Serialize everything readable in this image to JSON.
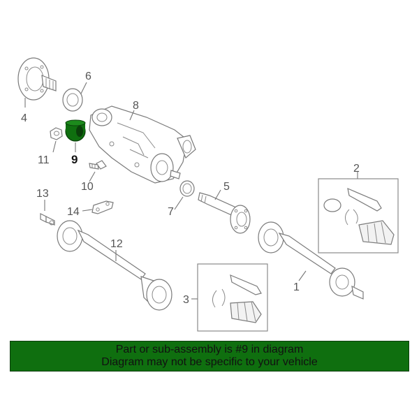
{
  "colors": {
    "banner_bg": "#0f6f0f",
    "highlight_part": "#0f6f0f",
    "line": "#7a7a7a"
  },
  "callouts": {
    "c1": "1",
    "c2": "2",
    "c3": "3",
    "c4": "4",
    "c5": "5",
    "c6": "6",
    "c7": "7",
    "c8": "8",
    "c9": "9",
    "c10": "10",
    "c11": "11",
    "c12": "12",
    "c13": "13",
    "c14": "14"
  },
  "banner": {
    "line1": "Part or sub-assembly is #9 in diagram",
    "line2": "Diagram may not be specific to your vehicle"
  }
}
